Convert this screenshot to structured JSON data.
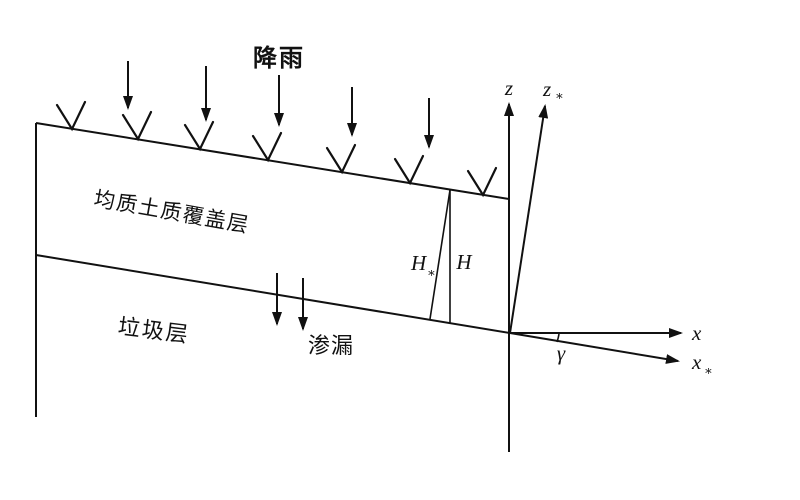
{
  "diagram": {
    "labels": {
      "rainfall": "降雨",
      "cover_layer": "均质土质覆盖层",
      "waste_layer": "垃圾层",
      "seepage": "渗漏",
      "angle_gamma": "γ",
      "height_vertical": "H",
      "height_normal_base": "H",
      "height_normal_sub": "∗",
      "axis_x": "x",
      "axis_x_star_base": "x",
      "axis_x_star_sub": "∗",
      "axis_z": "z",
      "axis_z_star_base": "z",
      "axis_z_star_sub": "∗"
    },
    "colors": {
      "line": "#111111",
      "background": "#ffffff"
    }
  }
}
